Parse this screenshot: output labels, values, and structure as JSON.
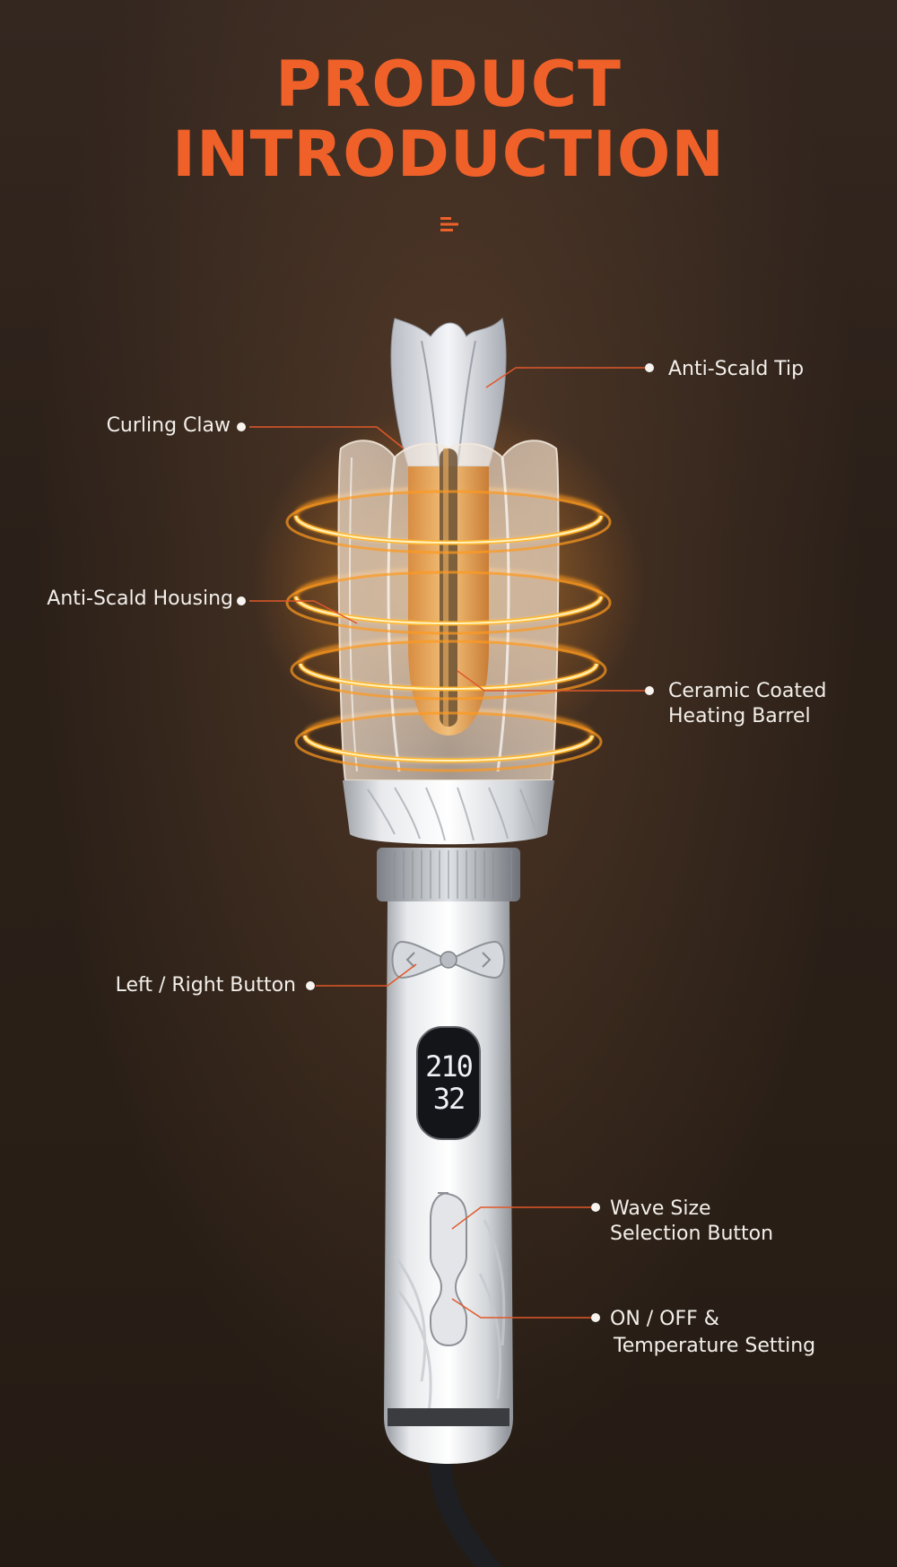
{
  "header": {
    "title_line1": "PRODUCT",
    "title_line2": "INTRODUCTION",
    "accent_color": "#f0612a",
    "icon": "menu-lines-icon"
  },
  "product": {
    "display_line1": "210",
    "display_line2": "32"
  },
  "labels": {
    "anti_scald_tip": "Anti-Scald Tip",
    "curling_claw": "Curling Claw",
    "anti_scald_housing": "Anti-Scald Housing",
    "ceramic_barrel_line1": "Ceramic Coated",
    "ceramic_barrel_line2": "Heating Barrel",
    "left_right_button": "Left / Right Button",
    "wave_size_line1": "Wave Size",
    "wave_size_line2": "Selection Button",
    "on_off_line1": "ON / OFF &",
    "on_off_line2": "Temperature Setting"
  },
  "colors": {
    "background": "#2a1f18",
    "callout_line": "#e0582a",
    "heat_glow": "#ffb020"
  }
}
